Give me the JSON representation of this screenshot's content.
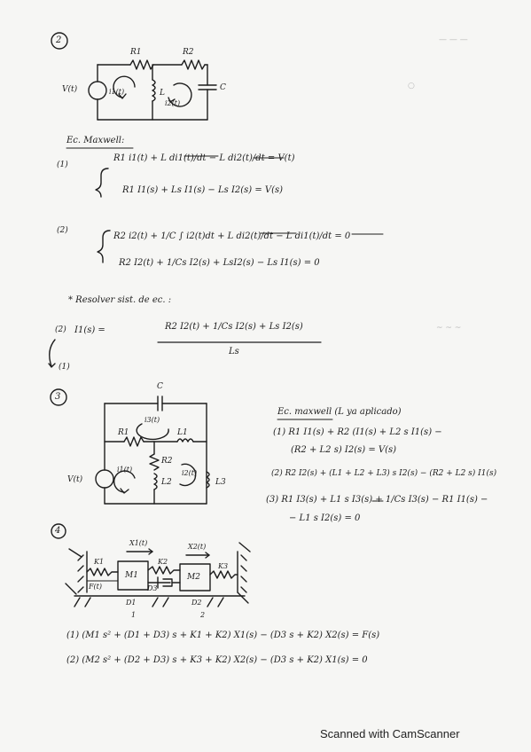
{
  "section2": {
    "number": "2",
    "labels": {
      "r1": "R1",
      "r2": "R2",
      "source": "V(t)",
      "i1": "i1(t)",
      "i2": "i2(t)",
      "l": "L",
      "c": "C"
    },
    "maxwell_title": "Ec. Maxwell:",
    "eq1_tag": "(1)",
    "eq1_time": "R1 i1(t) + L di1(t)/dt − L di2(t)/dt = V(t)",
    "eq1_laplace": "R1 I1(s) + Ls I1(s) − Ls I2(s) = V(s)",
    "eq2_tag": "(2)",
    "eq2_time": "R2 i2(t) + 1/C ∫ i2(t)dt + L di2(t)/dt − L di1(t)/dt = 0",
    "eq2_laplace": "R2 I2(t) + 1/Cs I2(s) + LsI2(s) − Ls I1(s) = 0",
    "solve_note": "* Resolver sist. de ec. :",
    "solve_tag": "(2)",
    "solve_lhs": "I1(s) =",
    "solve_num": "R2 I2(t) + 1/Cs I2(s) + Ls I2(s)",
    "solve_den": "Ls",
    "solve_tag2": "(1)"
  },
  "section3": {
    "number": "3",
    "labels": {
      "c": "C",
      "i3": "i3(t)",
      "r1": "R1",
      "l1": "L1",
      "r2": "R2",
      "l2": "L2",
      "l3": "L3",
      "source": "V(t)",
      "i1": "i1(t)",
      "i2": "i2(t)"
    },
    "maxwell_title": "Ec. maxwell (L ya aplicado)",
    "eq1_a": "(1) R1 I1(s) + R2 (I1(s) + L2 s I1(s) −",
    "eq1_b": "(R2 + L2 s) I2(s) = V(s)",
    "eq2": "(2) R2 I2(s) + (L1 + L2 + L3) s I2(s) − (R2 + L2 s) I1(s)",
    "eq3_a": "(3) R1 I3(s) + L1 s I3(s) + 1/Cs I3(s) − R1 I1(s) −",
    "eq3_b": "− L1 s I2(s) = 0"
  },
  "section4": {
    "number": "4",
    "labels": {
      "x1": "X1(t)",
      "x2": "X2(t)",
      "k1": "K1",
      "k2": "K2",
      "k3": "K3",
      "f": "F(t)",
      "m1": "M1",
      "m2": "M2",
      "d3": "D3",
      "d1": "D1",
      "d2": "D2",
      "n1": "1",
      "n2": "2"
    },
    "eq1": "(1) (M1 s² + (D1 + D3) s + K1 + K2) X1(s) − (D3 s + K2) X2(s) = F(s)",
    "eq2": "(2) (M2 s² + (D2 + D3) s + K3 + K2) X2(s) − (D3 s + K2) X1(s) = 0"
  },
  "footer": "Scanned with CamScanner"
}
